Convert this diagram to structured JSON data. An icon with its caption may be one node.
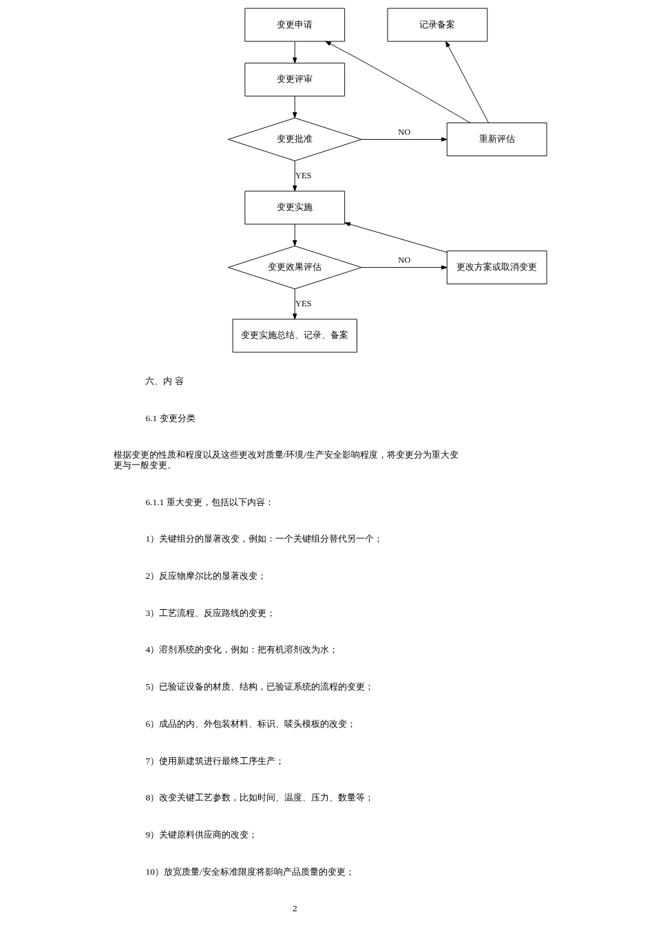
{
  "diagram": {
    "nodes": [
      {
        "text": [
          "变更申请"
        ]
      },
      {
        "text": [
          "记录备案"
        ]
      },
      {
        "text": [
          "变更评审"
        ]
      },
      {
        "text": [
          "变更批准"
        ]
      },
      {
        "text": [
          "重新评估"
        ]
      },
      {
        "text": [
          "变更实施"
        ]
      },
      {
        "text": [
          "变更效果评估"
        ]
      },
      {
        "text": [
          "更改方案或取消变更"
        ]
      },
      {
        "text": [
          "变更实施总结、记录、备案"
        ]
      }
    ],
    "edges": [
      {
        "from": 0,
        "to": 2,
        "arrow": "to"
      },
      {
        "from": 2,
        "to": 3,
        "arrow": "to"
      },
      {
        "from": 3,
        "to": 4,
        "arrow": "to",
        "label": "NO"
      },
      {
        "from": 4,
        "to": 0,
        "arrow": "to"
      },
      {
        "from": 4,
        "to": 1,
        "arrow": "to"
      },
      {
        "from": 3,
        "to": 5,
        "arrow": "to",
        "label": "YES"
      },
      {
        "from": 5,
        "to": 6,
        "arrow": "to"
      },
      {
        "from": 6,
        "to": 7,
        "arrow": "to",
        "label": "NO"
      },
      {
        "from": 7,
        "to": 5,
        "arrow": "to"
      },
      {
        "from": 6,
        "to": 8,
        "arrow": "to",
        "label": "YES"
      }
    ],
    "labels": [
      "六、内 容",
      "6.1 变更分类",
      "根据变更的性质和程度以及这些更改对质量/环境/生产安全影响程度，将变更分为重大变更与一般变更。",
      "6.1.1 重大变更，包括以下内容：",
      "1）关键组分的显著改变，例如：一个关键组分替代另一个；",
      "2）反应物摩尔比的显著改变；",
      "3）工艺流程、反应路线的变更；",
      "4）溶剂系统的变化，例如：把有机溶剂改为水；",
      "5）已验证设备的材质、结构，已验证系统的流程的变更；",
      "6）成品的内、外包装材料、标识、唛头模板的改变；",
      "7）使用新建筑进行最终工序生产；",
      "8）改变关键工艺参数，比如时间、温度、压力、数量等；",
      "9）关键原料供应商的改变；",
      "10）放宽质量/安全标准限度将影响产品质量的变更；",
      "2"
    ]
  }
}
